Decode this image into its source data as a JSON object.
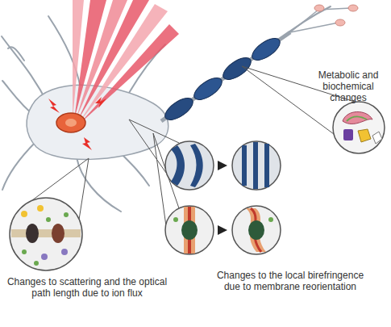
{
  "diagram": {
    "labels": [
      "Metabolic and biochemical changes",
      "Changes to scattering and the optical path length due to ion flux",
      "Changes to the local birefringence due to membrane reorientation"
    ]
  }
}
